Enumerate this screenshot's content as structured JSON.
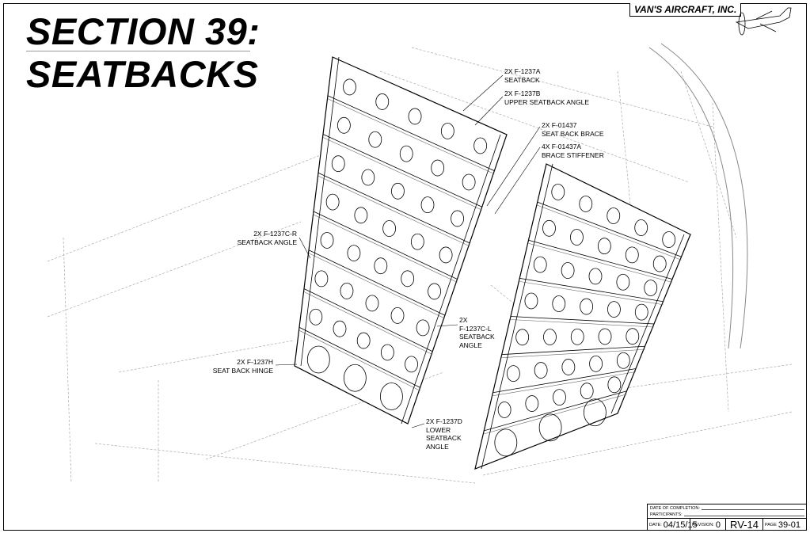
{
  "header": {
    "title_line1": "SECTION 39:",
    "title_line2": "SEATBACKS",
    "brand": "VAN'S AIRCRAFT, INC."
  },
  "callouts": {
    "f1237a": "2X F-1237A\nSEATBACK",
    "f1237b": "2X F-1237B\nUPPER SEATBACK ANGLE",
    "f01437": "2X F-01437\nSEAT BACK BRACE",
    "f01437a": "4X F-01437A\nBRACE STIFFENER",
    "f1237cr": "2X F-1237C-R\nSEATBACK ANGLE",
    "f1237cl": "2X\nF-1237C-L\nSEATBACK\nANGLE",
    "f1237h": "2X F-1237H\nSEAT BACK HINGE",
    "f1237d": "2X F-1237D\nLOWER\nSEATBACK\nANGLE"
  },
  "title_block": {
    "date_of_completion_label": "DATE OF COMPLETION:",
    "participants_label": "PARTICIPANTS:",
    "date_label": "DATE:",
    "date": "04/15/15",
    "revision_label": "REVISION:",
    "revision": "0",
    "model": "RV-14",
    "page_label": "PAGE",
    "page": "39-01"
  }
}
